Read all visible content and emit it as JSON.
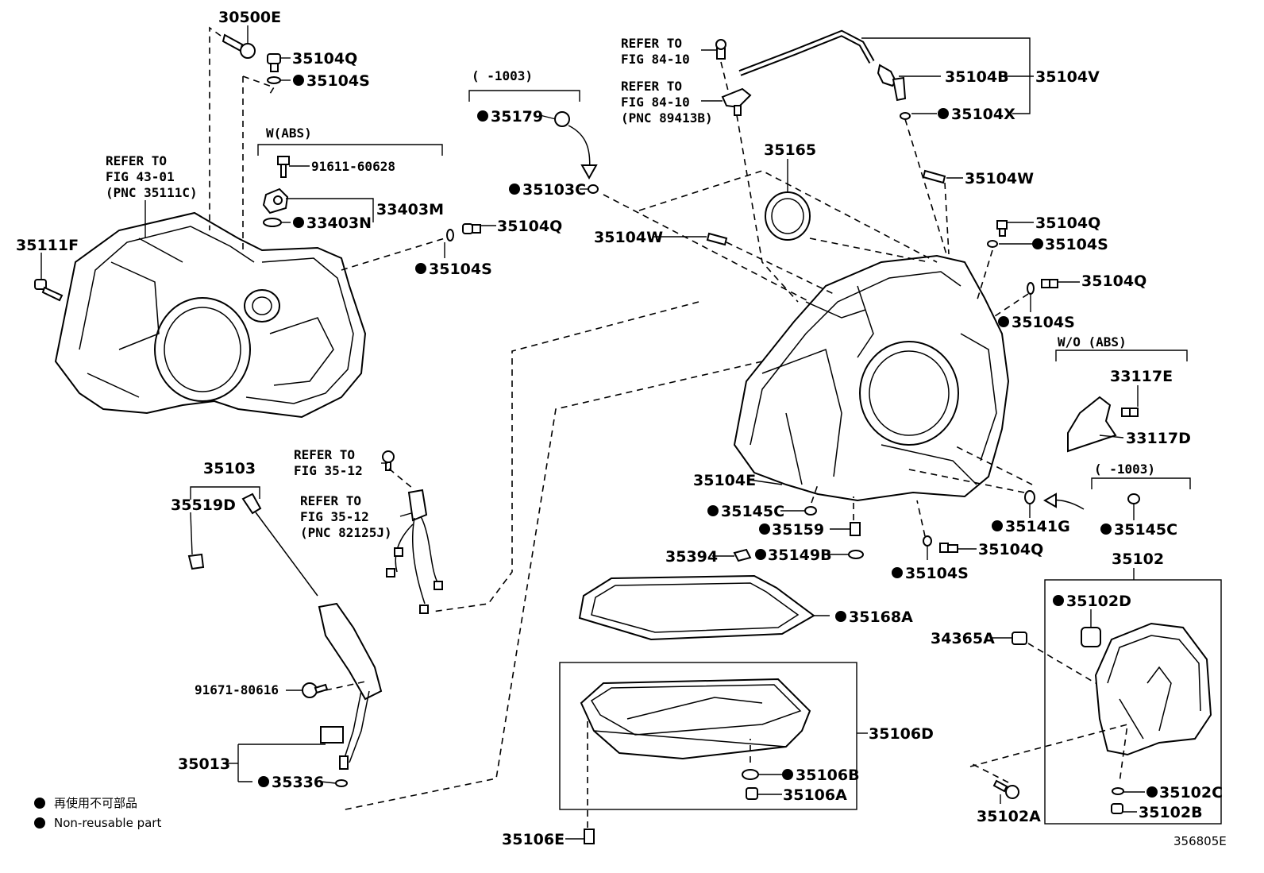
{
  "labels": {
    "p30500E": "30500E",
    "p35104Q_a": "35104Q",
    "p35104S_a": "35104S",
    "w_abs": "W(ABS)",
    "p91611": "91611-60628",
    "p33403M": "33403M",
    "p33403N": "33403N",
    "refer_fig43_1": "REFER TO",
    "refer_fig43_2": "FIG 43-01",
    "refer_fig43_3": "(PNC 35111C)",
    "p35111F": "35111F",
    "p35104Q_b": "35104Q",
    "p35104S_b": "35104S",
    "range_1003_a": "(    -1003)",
    "p35179": "35179",
    "p35103C": "35103C",
    "refer_fig84a_1": "REFER TO",
    "refer_fig84a_2": "FIG 84-10",
    "refer_fig84b_1": "REFER TO",
    "refer_fig84b_2": "FIG 84-10",
    "refer_fig84b_3": "(PNC 89413B)",
    "p35104B": "35104B",
    "p35104V": "35104V",
    "p35104X": "35104X",
    "p35165": "35165",
    "p35104W_a": "35104W",
    "p35104W_b": "35104W",
    "p35104Q_c": "35104Q",
    "p35104S_c": "35104S",
    "p35104Q_d": "35104Q",
    "p35104S_d": "35104S",
    "wo_abs": "W/O (ABS)",
    "p33117E": "33117E",
    "p33117D": "33117D",
    "range_1003_b": "(    -1003)",
    "p35145C_b": "35145C",
    "p35141G": "35141G",
    "p35104E": "35104E",
    "p35145C_a": "35145C",
    "p35159": "35159",
    "p35394": "35394",
    "p35149B": "35149B",
    "p35104Q_e": "35104Q",
    "p35104S_e": "35104S",
    "p35102": "35102",
    "p35102D": "35102D",
    "p34365A": "34365A",
    "p35168A": "35168A",
    "p35106D": "35106D",
    "p35106B": "35106B",
    "p35106A": "35106A",
    "p35106E": "35106E",
    "p35102A": "35102A",
    "p35102C": "35102C",
    "p35102B": "35102B",
    "p35103": "35103",
    "p35519D": "35519D",
    "refer_fig35a_1": "REFER TO",
    "refer_fig35a_2": "FIG 35-12",
    "refer_fig35b_1": "REFER TO",
    "refer_fig35b_2": "FIG 35-12",
    "refer_fig35b_3": "(PNC 82125J)",
    "p91671": "91671-80616",
    "p35013": "35013",
    "p35336": "35336",
    "figure_id": "356805E"
  },
  "legend": {
    "jp": "再使用不可部品",
    "en": "Non-reusable part"
  }
}
